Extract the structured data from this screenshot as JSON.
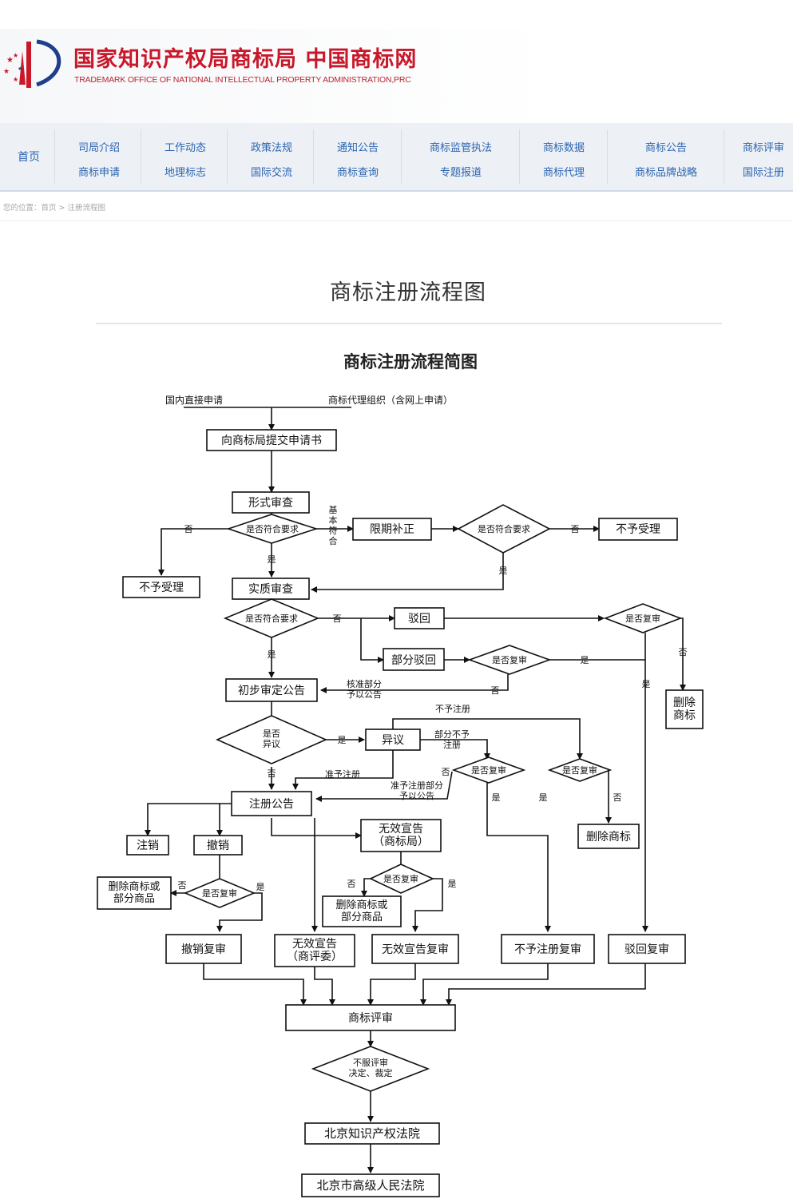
{
  "header": {
    "title": "国家知识产权局商标局 中国商标网",
    "subtitle": "TRADEMARK OFFICE OF NATIONAL INTELLECTUAL PROPERTY ADMINISTRATION,PRC",
    "logo_icon": "flag-stars-logo-icon",
    "brand_color": "#c8182a"
  },
  "nav": {
    "home": "首页",
    "columns": [
      {
        "top": "司局介绍",
        "bottom": "商标申请"
      },
      {
        "top": "工作动态",
        "bottom": "地理标志"
      },
      {
        "top": "政策法规",
        "bottom": "国际交流"
      },
      {
        "top": "通知公告",
        "bottom": "商标查询"
      },
      {
        "top": "商标监管执法",
        "bottom": "专题报道"
      },
      {
        "top": "商标数据",
        "bottom": "商标代理"
      },
      {
        "top": "商标公告",
        "bottom": "商标品牌战略"
      },
      {
        "top": "商标评审",
        "bottom": "国际注册"
      }
    ],
    "link_color": "#2b64b0"
  },
  "breadcrumb": {
    "text": "您的位置：首页 > 注册流程图"
  },
  "page_title": "商标注册流程图",
  "chart_title": "商标注册流程简图",
  "flow": {
    "sources": {
      "direct": "国内直接申请",
      "agent": "商标代理组织（含网上申请）"
    },
    "nodes": {
      "submit": "向商标局提交申请书",
      "formal_exam": "形式审查",
      "meets_req_1": "是否符合要求",
      "basically_meets": "基本符合",
      "correction": "限期补正",
      "meets_req_2": "是否符合要求",
      "not_accepted_right": "不予受理",
      "not_accepted_left": "不予受理",
      "substantive_exam": "实质审查",
      "meets_req_3": "是否符合要求",
      "rejected": "驳回",
      "partial_reject": "部分驳回",
      "review_q1": "是否复审",
      "review_q2": "是否复审",
      "delete_mark_1": "删除商标",
      "prelim_pub": "初步审定公告",
      "approved_part_pub": "核准部分予以公告",
      "opposition_q": "是否异议",
      "opposition": "异议",
      "partial_not_reg": "部分不予注册",
      "not_reg_top": "不予注册",
      "reg_approved": "准予注册",
      "reg_approved_part": "准予注册部分予以公告",
      "review_q3": "是否复审",
      "review_q4": "是否复审",
      "delete_mark_2": "删除商标",
      "reg_pub": "注册公告",
      "cancel_reg": "注销",
      "revoke": "撤销",
      "invalid_office": "无效宣告（商标局）",
      "review_q5": "是否复审",
      "delete_part_left": "删除商标或部分商品",
      "review_q6": "是否复审",
      "delete_part_mid": "删除商标或部分商品",
      "revoke_review": "撤销复审",
      "invalid_board": "无效宣告（商评委）",
      "invalid_review": "无效宣告复审",
      "not_reg_review": "不予注册复审",
      "reject_review": "驳回复审",
      "board_review": "商标评审",
      "disagree": "不服评审决定、裁定",
      "ip_court": "北京知识产权法院",
      "high_court": "北京市高级人民法院"
    },
    "labels": {
      "yes": "是",
      "no": "否"
    }
  }
}
